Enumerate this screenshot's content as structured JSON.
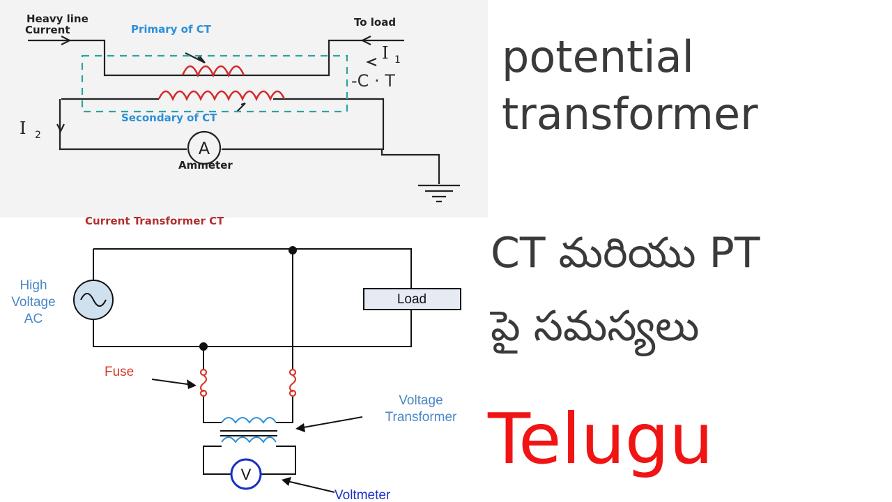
{
  "ct_diagram": {
    "heavy_line_1": "Heavy line",
    "heavy_line_2": "Current",
    "to_load": "To load",
    "primary": "Primary of CT",
    "ct": "-C · T",
    "secondary": "Secondary of CT",
    "i1": "I",
    "i1_sub": "1",
    "i2": "I",
    "i2_sub": "2",
    "ammeter_symbol": "A",
    "ammeter": "Ammeter",
    "caption": "Current Transformer CT"
  },
  "pt_diagram": {
    "source_1": "High",
    "source_2": "Voltage",
    "source_3": "AC",
    "load": "Load",
    "fuse": "Fuse",
    "vt_1": "Voltage",
    "vt_2": "Transformer",
    "voltmeter_symbol": "V",
    "voltmeter": "Voltmeter"
  },
  "titles": {
    "line1": "potential",
    "line2": "transformer",
    "line3": "CT మరియు PT",
    "line4": "పై సమస్యలు",
    "line5": "Telugu"
  },
  "colors": {
    "hand_red": "#d42a2a",
    "hand_blue": "#2c8fd8",
    "label_blue": "#4a86c5",
    "fuse_red": "#d63a2a",
    "telugu_red": "#f01414",
    "voltmeter_blue": "#1a2fc8"
  }
}
